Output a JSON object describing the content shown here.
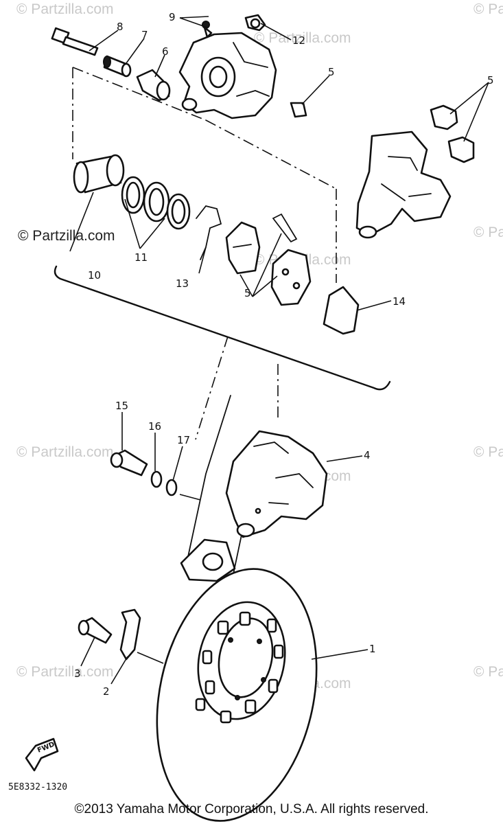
{
  "diagram": {
    "callouts": {
      "c1": "1",
      "c2": "2",
      "c3": "3",
      "c4": "4",
      "c5a": "5",
      "c5b": "5",
      "c5c": "5",
      "c6": "6",
      "c7": "7",
      "c8": "8",
      "c9": "9",
      "c10": "10",
      "c11": "11",
      "c12": "12",
      "c13": "13",
      "c14": "14",
      "c15": "15",
      "c16": "16",
      "c17": "17"
    },
    "part_code": "5E8332-1320",
    "fwd_label": "FWD",
    "watermark": "© Partzilla.com",
    "copyright": "©2013 Yamaha Motor Corporation, U.S.A. All rights reserved.",
    "colors": {
      "ink": "#111111",
      "watermark": "#c9c9c9",
      "background": "#ffffff"
    }
  }
}
